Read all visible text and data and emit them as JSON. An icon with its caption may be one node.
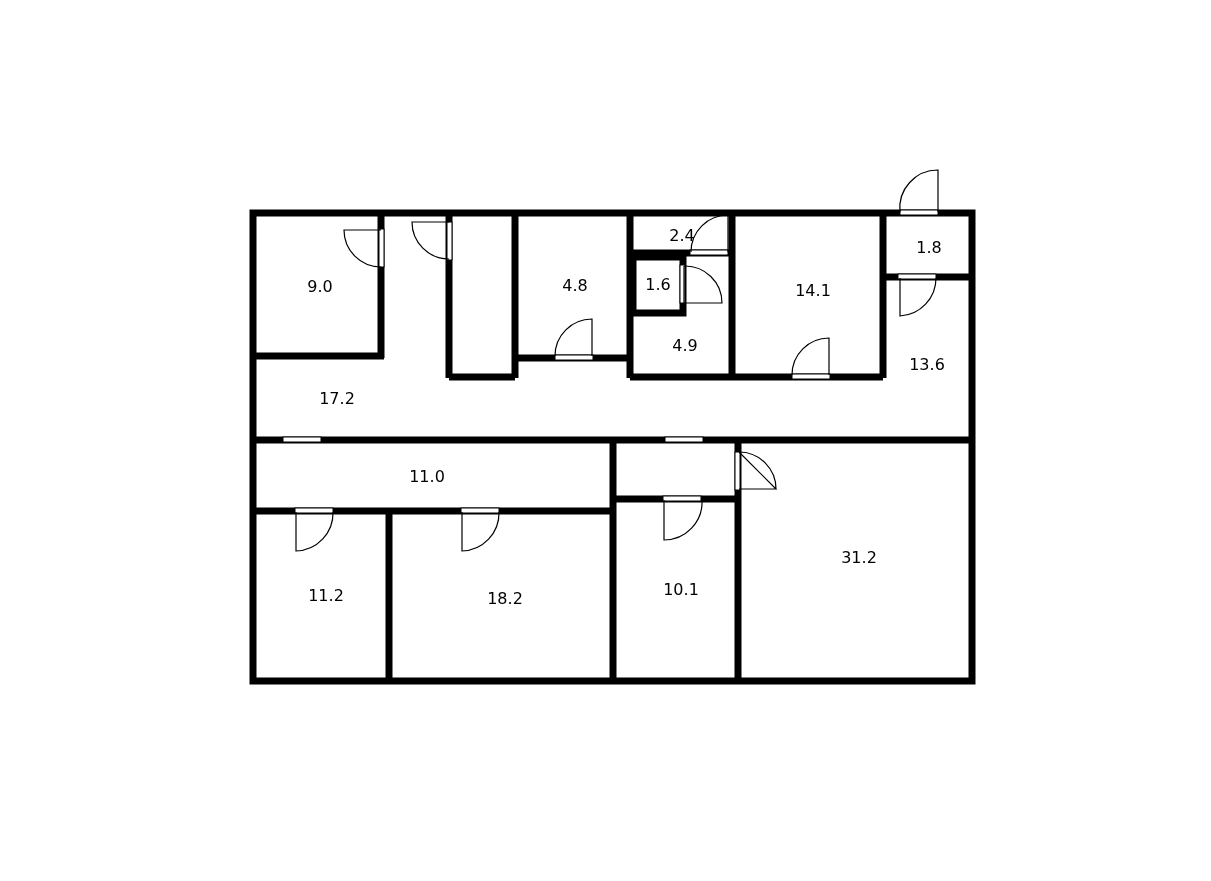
{
  "diagram": {
    "labels": [
      "2.4",
      "1.8",
      "9.0",
      "4.8",
      "1.6",
      "14.1",
      "4.9",
      "13.6",
      "17.2",
      "11.0",
      "31.2",
      "11.2",
      "18.2",
      "10.1"
    ]
  }
}
